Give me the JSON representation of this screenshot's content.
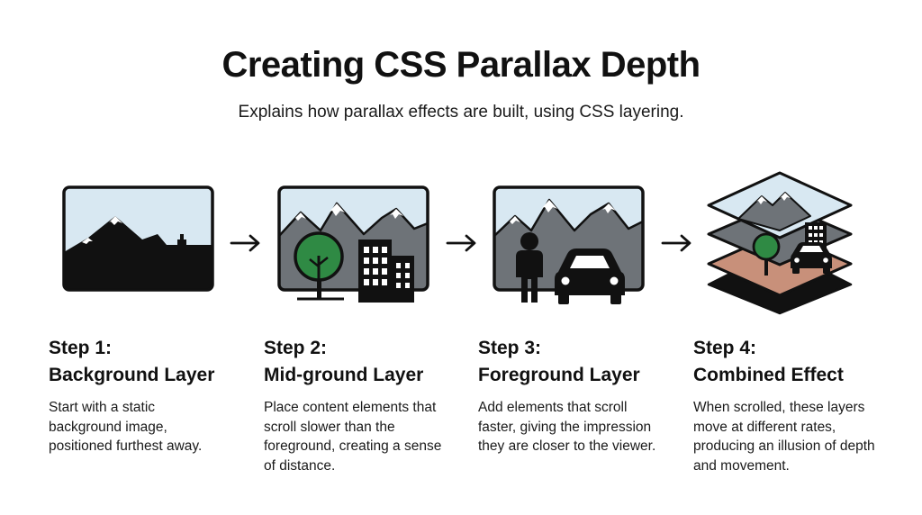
{
  "title": "Creating CSS Parallax Depth",
  "subtitle": "Explains how parallax effects are built, using CSS layering.",
  "steps": [
    {
      "number": "Step 1:",
      "name": "Background Layer",
      "description": "Start with a static background image, positioned furthest away."
    },
    {
      "number": "Step 2:",
      "name": "Mid-ground Layer",
      "description": "Place content elements that scroll slower than the foreground, creating a sense of distance."
    },
    {
      "number": "Step 3:",
      "name": "Foreground Layer",
      "description": "Add elements that scroll faster, giving the impression they are closer to the viewer."
    },
    {
      "number": "Step 4:",
      "name": "Combined Effect",
      "description": "When scrolled, these layers move at different rates, producing an illusion of depth and movement."
    }
  ],
  "colors": {
    "sky": "#d8e8f2",
    "mountain_gray": "#6e7378",
    "snow": "#ffffff",
    "tree_green": "#2f8a44",
    "ground": "#c8907a",
    "ink": "#111111"
  }
}
